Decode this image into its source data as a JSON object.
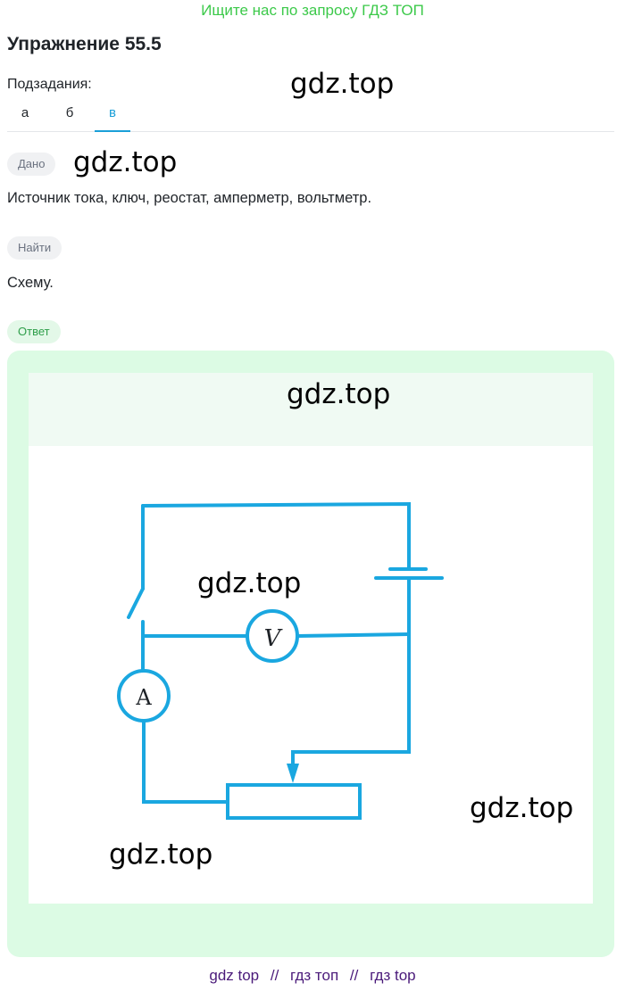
{
  "banner": "Ищите нас по запросу ГДЗ ТОП",
  "exercise_title": "Упражнение 55.5",
  "subtasks_label": "Подзадания:",
  "tabs": [
    {
      "label": "а",
      "active": false
    },
    {
      "label": "б",
      "active": false
    },
    {
      "label": "в",
      "active": true
    }
  ],
  "given": {
    "badge": "Дано",
    "text": "Источник тока, ключ, реостат, амперметр, вольтметр."
  },
  "find": {
    "badge": "Найти",
    "text": "Схему."
  },
  "answer": {
    "badge": "Ответ"
  },
  "watermark": "gdz.top",
  "circuit": {
    "voltmeter_label": "V",
    "ammeter_label": "A",
    "wire_color": "#1aa7e0"
  },
  "footer": {
    "items": [
      "gdz top",
      "гдз топ",
      "гдз top"
    ],
    "separator": "//"
  },
  "colors": {
    "accent": "#1a9fd8",
    "banner": "#3cc94a",
    "answer_bg": "#dcfbe4"
  }
}
